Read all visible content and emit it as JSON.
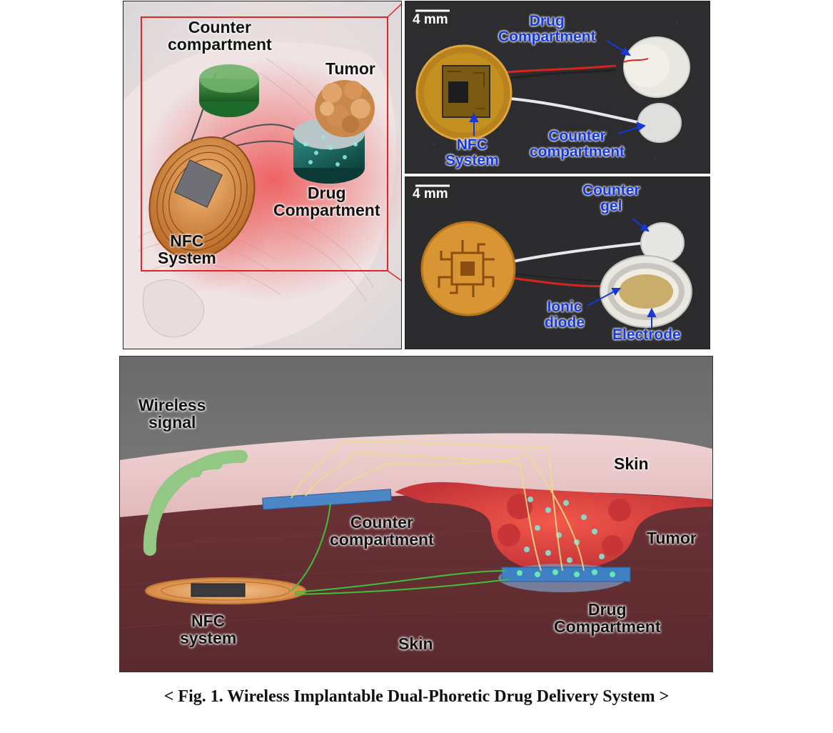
{
  "panel_a": {
    "counter_label": "Counter\ncompartment",
    "tumor_label": "Tumor",
    "drug_label": "Drug\nCompartment",
    "nfc_label": "NFC\nSystem"
  },
  "panel_b": {
    "scale_label": "4 mm",
    "drug_label": "Drug\nCompartment",
    "nfc_label": "NFC\nSystem",
    "counter_label": "Counter\ncompartment"
  },
  "panel_c": {
    "scale_label": "4 mm",
    "counter_gel_label": "Counter\ngel",
    "ionic_diode_label": "Ionic\ndiode",
    "electrode_label": "Electrode"
  },
  "panel_d": {
    "wireless_label": "Wireless\nsignal",
    "skin_top_label": "Skin",
    "tumor_label": "Tumor",
    "counter_label": "Counter\ncompartment",
    "nfc_label": "NFC\nsystem",
    "skin_bottom_label": "Skin",
    "drug_label": "Drug\nCompartment"
  },
  "caption": "< Fig. 1. Wireless Implantable Dual-Phoretic Drug Delivery System >"
}
